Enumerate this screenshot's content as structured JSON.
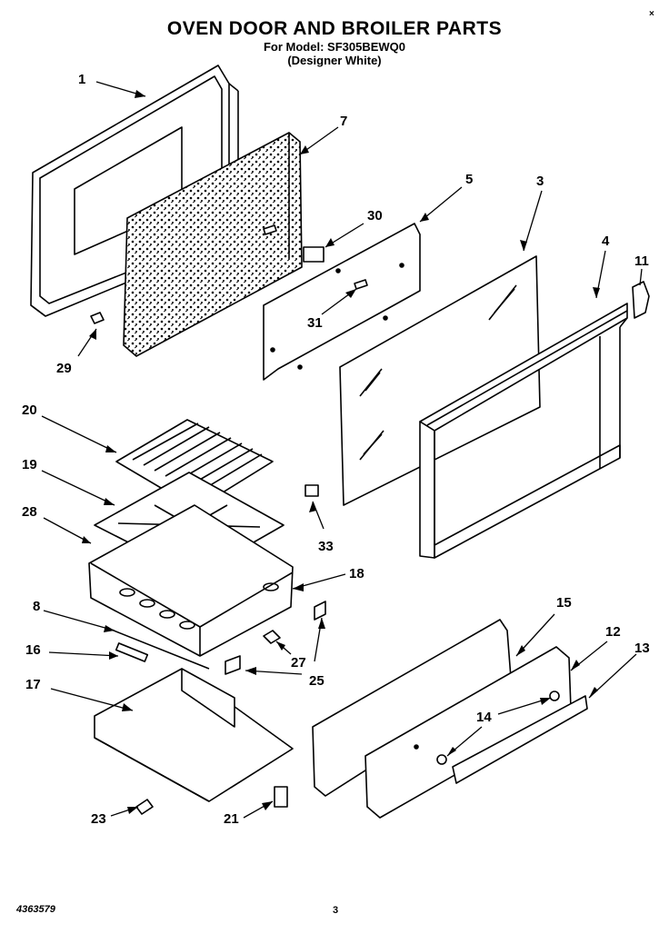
{
  "header": {
    "title": "OVEN DOOR AND BROILER PARTS",
    "model_line": "For Model: SF305BEWQ0",
    "color_line": "(Designer White)"
  },
  "corner_mark": "×",
  "footer": {
    "doc_number": "4363579",
    "page_number": "3"
  },
  "callouts": {
    "c1": "1",
    "c7": "7",
    "c5": "5",
    "c3": "3",
    "c30": "30",
    "c4": "4",
    "c11": "11",
    "c29": "29",
    "c31": "31",
    "c20": "20",
    "c19": "19",
    "c28": "28",
    "c33": "33",
    "c18": "18",
    "c8": "8",
    "c16": "16",
    "c27": "27",
    "c25": "25",
    "c17": "17",
    "c15": "15",
    "c12": "12",
    "c13": "13",
    "c14": "14",
    "c23": "23",
    "c21": "21"
  }
}
